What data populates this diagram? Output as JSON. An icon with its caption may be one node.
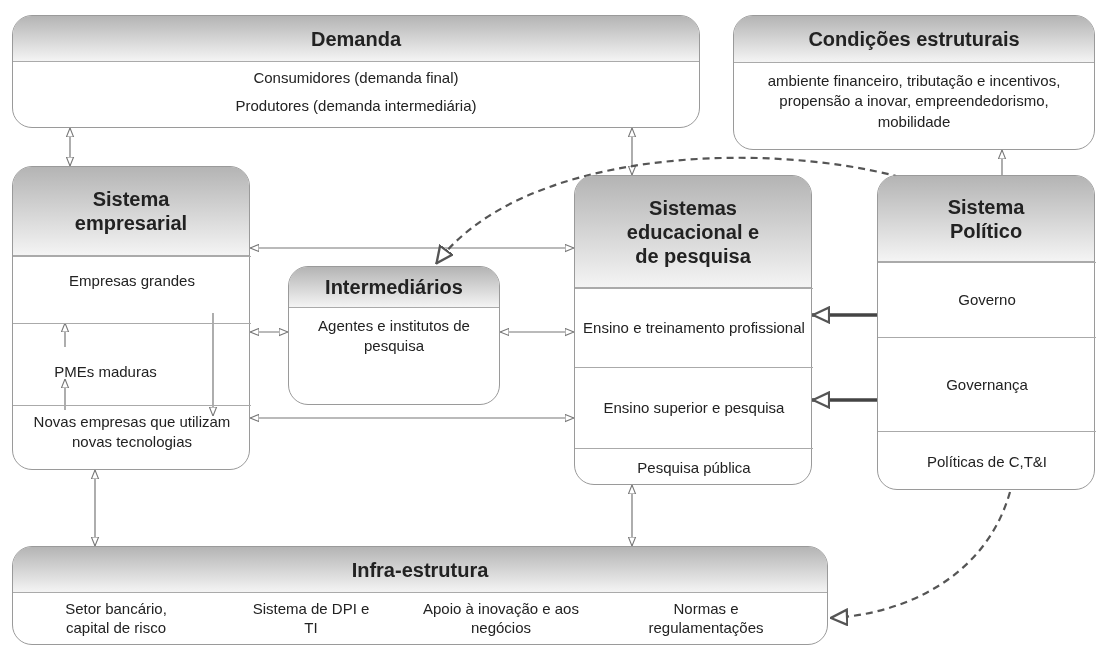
{
  "diagram": {
    "nodes": [
      {
        "text": [
          "Demanda",
          "Consumidores (demanda final)",
          "Produtores (demanda intermediária)"
        ]
      },
      {
        "text": [
          "Condições estruturais",
          "ambiente financeiro, tributação e incentivos, propensão a inovar, empreendedorismo, mobilidade"
        ]
      },
      {
        "text": [
          "Sistema empresarial"
        ]
      },
      {
        "text": [
          "Empresas grandes"
        ],
        "in": 2
      },
      {
        "text": [
          "PMEs maduras"
        ],
        "in": 2
      },
      {
        "text": [
          "Novas empresas que utilizam novas tecnologias"
        ],
        "in": 2
      },
      {
        "text": [
          "Intermediários",
          "Agentes e institutos de pesquisa"
        ]
      },
      {
        "text": [
          "Sistemas educacional e de pesquisa"
        ]
      },
      {
        "text": [
          "Ensino e treinamento profissional"
        ],
        "in": 7
      },
      {
        "text": [
          "Ensino superior e pesquisa"
        ],
        "in": 7
      },
      {
        "text": [
          "Pesquisa pública"
        ],
        "in": 7
      },
      {
        "text": [
          "Sistema Político"
        ]
      },
      {
        "text": [
          "Governo"
        ],
        "in": 11
      },
      {
        "text": [
          "Governança"
        ],
        "in": 11
      },
      {
        "text": [
          "Políticas de C,T&I"
        ],
        "in": 11
      },
      {
        "text": [
          "Infra-estrutura"
        ]
      },
      {
        "text": [
          "Setor bancário, capital de risco"
        ],
        "in": 15
      },
      {
        "text": [
          "Sistema de DPI e TI"
        ],
        "in": 15
      },
      {
        "text": [
          "Apoio à inovação e aos negócios"
        ],
        "in": 15
      },
      {
        "text": [
          "Normas e regulamentações"
        ],
        "in": 15
      }
    ],
    "edges": [
      {
        "from": 0,
        "to": 2,
        "arrow": "both"
      },
      {
        "from": 0,
        "to": 7,
        "arrow": "both"
      },
      {
        "from": 2,
        "to": 7,
        "arrow": "both"
      },
      {
        "from": 2,
        "to": 6,
        "arrow": "both"
      },
      {
        "from": 6,
        "to": 7,
        "arrow": "both"
      },
      {
        "from": 2,
        "to": 7,
        "arrow": "both"
      },
      {
        "from": 4,
        "to": 3,
        "arrow": "to"
      },
      {
        "from": 5,
        "to": 4,
        "arrow": "to"
      },
      {
        "from": 3,
        "to": 5,
        "arrow": "to"
      },
      {
        "from": 11,
        "to": 1,
        "arrow": "to"
      },
      {
        "from": 11,
        "to": 6,
        "arrow": "to",
        "style": "dashed"
      },
      {
        "from": 12,
        "to": 8,
        "arrow": "to",
        "style": "thick"
      },
      {
        "from": 13,
        "to": 9,
        "arrow": "to",
        "style": "thick"
      },
      {
        "from": 11,
        "to": 15,
        "arrow": "to",
        "style": "dashed"
      },
      {
        "from": 2,
        "to": 15,
        "arrow": "both"
      },
      {
        "from": 7,
        "to": 15,
        "arrow": "both"
      }
    ]
  }
}
